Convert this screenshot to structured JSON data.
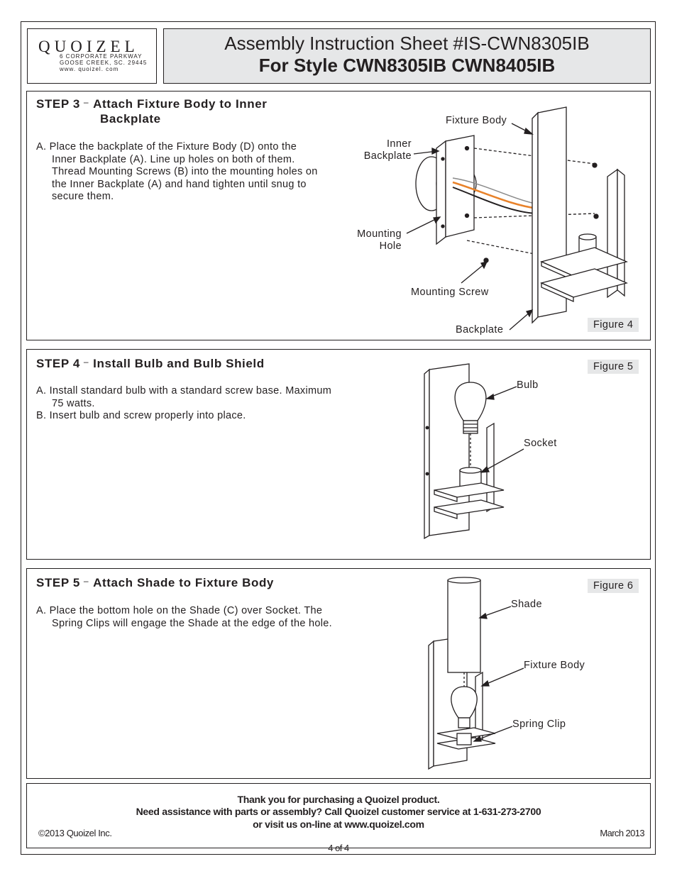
{
  "header": {
    "logo": {
      "name": "QUOIZEL",
      "address1": "6 CORPORATE PARKWAY",
      "address2": "GOOSE CREEK, SC. 29445",
      "website": "www. quoizel. com"
    },
    "title_line1": "Assembly Instruction Sheet #IS-CWN8305IB",
    "title_line2": "For Style CWN8305IB CWN8405IB"
  },
  "step3": {
    "label": "STEP 3",
    "dash": "–",
    "title_line1": "Attach Fixture Body to Inner",
    "title_line2": "Backplate",
    "instructions": [
      "A.  Place the backplate of the Fixture Body (D) onto the",
      "Inner Backplate (A). Line up holes on both of them.",
      "Thread Mounting Screws (B) into the mounting holes on",
      "the Inner Backplate (A) and hand tighten until snug to",
      "secure them."
    ],
    "figure": "Figure 4",
    "callouts": {
      "fixture_body": "Fixture Body",
      "inner_line1": "Inner",
      "inner_line2": "Backplate",
      "mounting_line1": "Mounting",
      "mounting_line2": "Hole",
      "mounting_screw": "Mounting Screw",
      "backplate": "Backplate"
    }
  },
  "step4": {
    "label": "STEP 4",
    "dash": "–",
    "title": "Install Bulb and Bulb Shield",
    "instructions": [
      "A. Install standard bulb with a standard screw base. Maximum",
      "75 watts.",
      "B.  Insert bulb and screw properly into place."
    ],
    "figure": "Figure 5",
    "callouts": {
      "bulb": "Bulb",
      "socket": "Socket"
    }
  },
  "step5": {
    "label": "STEP 5",
    "dash": "–",
    "title": "Attach Shade to Fixture Body",
    "instructions": [
      "A.  Place the bottom hole on the Shade (C) over Socket. The",
      "Spring Clips will engage the Shade at the edge of the hole."
    ],
    "figure": "Figure 6",
    "callouts": {
      "shade": "Shade",
      "fixture_body": "Fixture Body",
      "spring_clip": "Spring Clip"
    }
  },
  "footer": {
    "line1": "Thank you for purchasing a Quoizel product.",
    "line2": "Need assistance with parts or assembly? Call Quoizel customer service at 1-631-273-2700",
    "line3": "or visit us on-line at www.quoizel.com",
    "copyright": "©2013 Quoizel Inc.",
    "date": "March 2013",
    "page": "4 of 4"
  },
  "colors": {
    "ink": "#231f20",
    "header_fill": "#e6e7e8",
    "wire_orange": "#e8822a"
  }
}
